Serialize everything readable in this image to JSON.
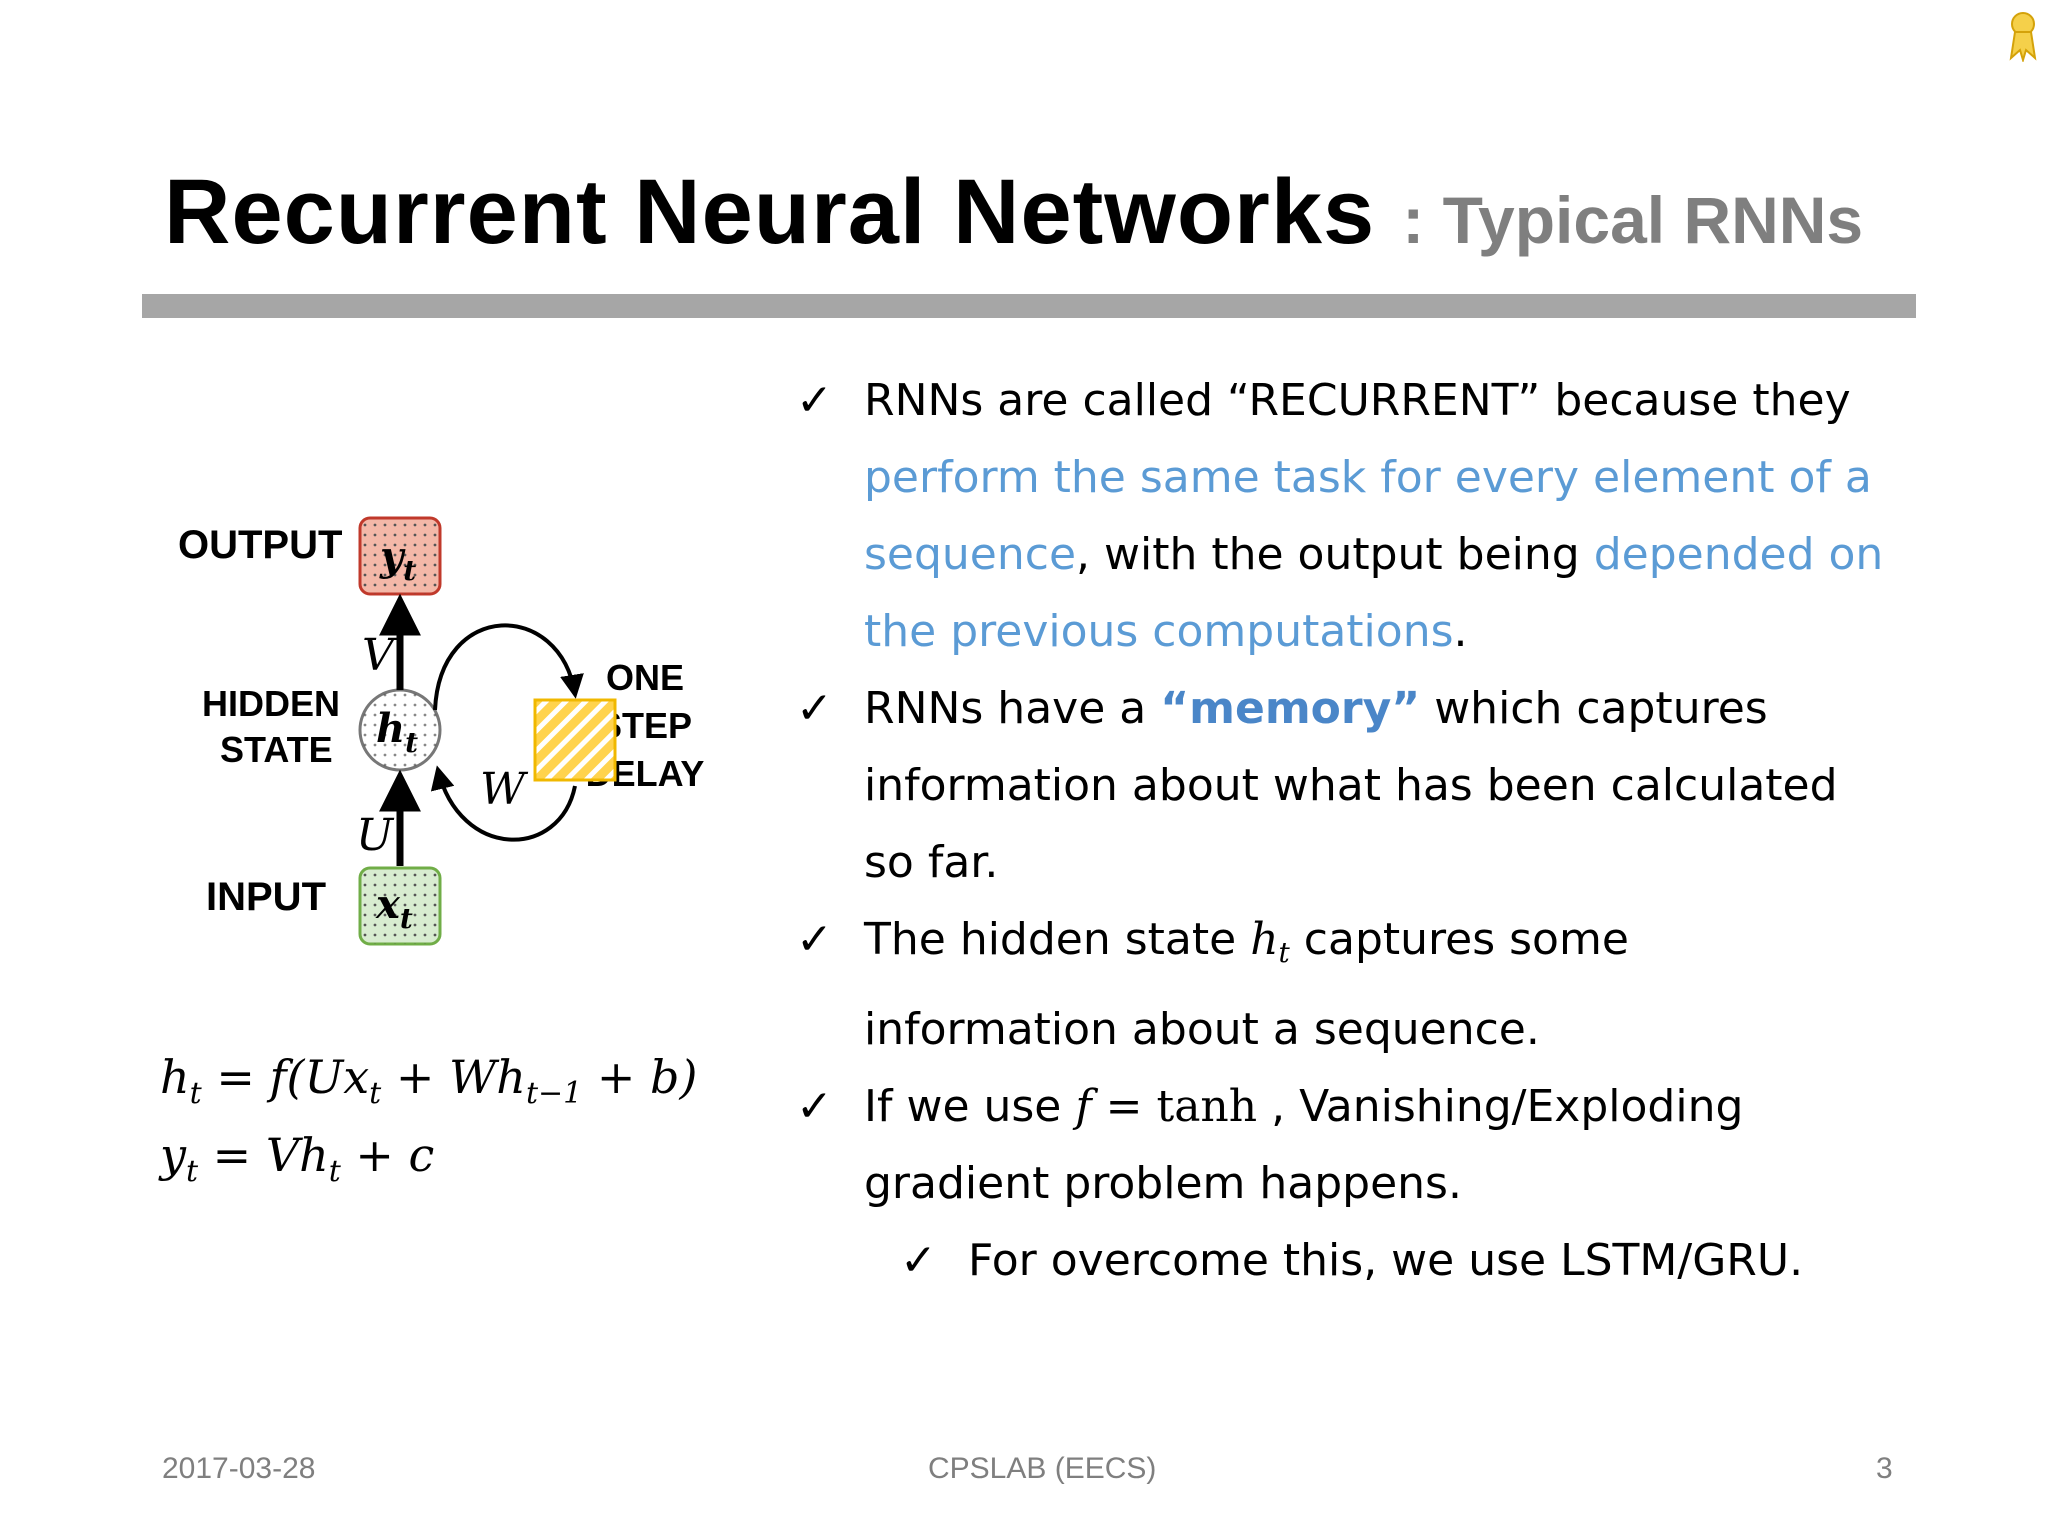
{
  "slide": {
    "title": "Recurrent Neural Networks",
    "subtitle": ": Typical RNNs"
  },
  "diagram": {
    "output_label": "OUTPUT",
    "hidden_label_line1": "HIDDEN",
    "hidden_label_line2": "STATE",
    "input_label": "INPUT",
    "delay_line1": "ONE",
    "delay_line2": "STEP",
    "delay_line3": "DELAY",
    "weight_v": "V",
    "weight_u": "U",
    "weight_w": "W",
    "node_output": "y",
    "node_hidden": "h",
    "node_input": "x",
    "subscript": "t",
    "colors": {
      "output_fill": "#f4b8a8",
      "output_stroke": "#c0392b",
      "input_fill": "#d8ecd0",
      "input_stroke": "#70ad47",
      "delay_fill": "#ffd34d",
      "delay_stroke": "#f0b800"
    }
  },
  "equations": {
    "eq1_lhs": "h",
    "eq1_lhs_sub": "t",
    "eq1_rhs_a": " = f(Ux",
    "eq1_rhs_a_sub": "t",
    "eq1_rhs_b": " + Wh",
    "eq1_rhs_b_sub": "t−1",
    "eq1_rhs_c": " + b)",
    "eq2_lhs": "y",
    "eq2_lhs_sub": "t",
    "eq2_rhs_a": " = Vh",
    "eq2_rhs_a_sub": "t",
    "eq2_rhs_b": " + c"
  },
  "bullets": {
    "check_glyph": "✓",
    "b1_a": "RNNs are called “RECURRENT” because they ",
    "b1_hl1": "perform the same task for every element of a sequence",
    "b1_b": ", with the output being ",
    "b1_hl2": "depended on the previous computations",
    "b1_c": ".",
    "b2_a": "RNNs have a ",
    "b2_hl": "“memory”",
    "b2_b": " which captures information about what has been calculated so far.",
    "b3_a": "The hidden state ",
    "b3_m": "h",
    "b3_m_sub": "t",
    "b3_b": " captures some information about a sequence.",
    "b4_a": "If we use ",
    "b4_m1": "f",
    "b4_m2": " = ",
    "b4_m3": "tanh",
    "b4_b": " , Vanishing/Exploding gradient problem happens.",
    "b5": "For overcome this, we use LSTM/GRU."
  },
  "footer": {
    "date": "2017-03-28",
    "org": "CPSLAB (EECS)",
    "page": "3"
  }
}
